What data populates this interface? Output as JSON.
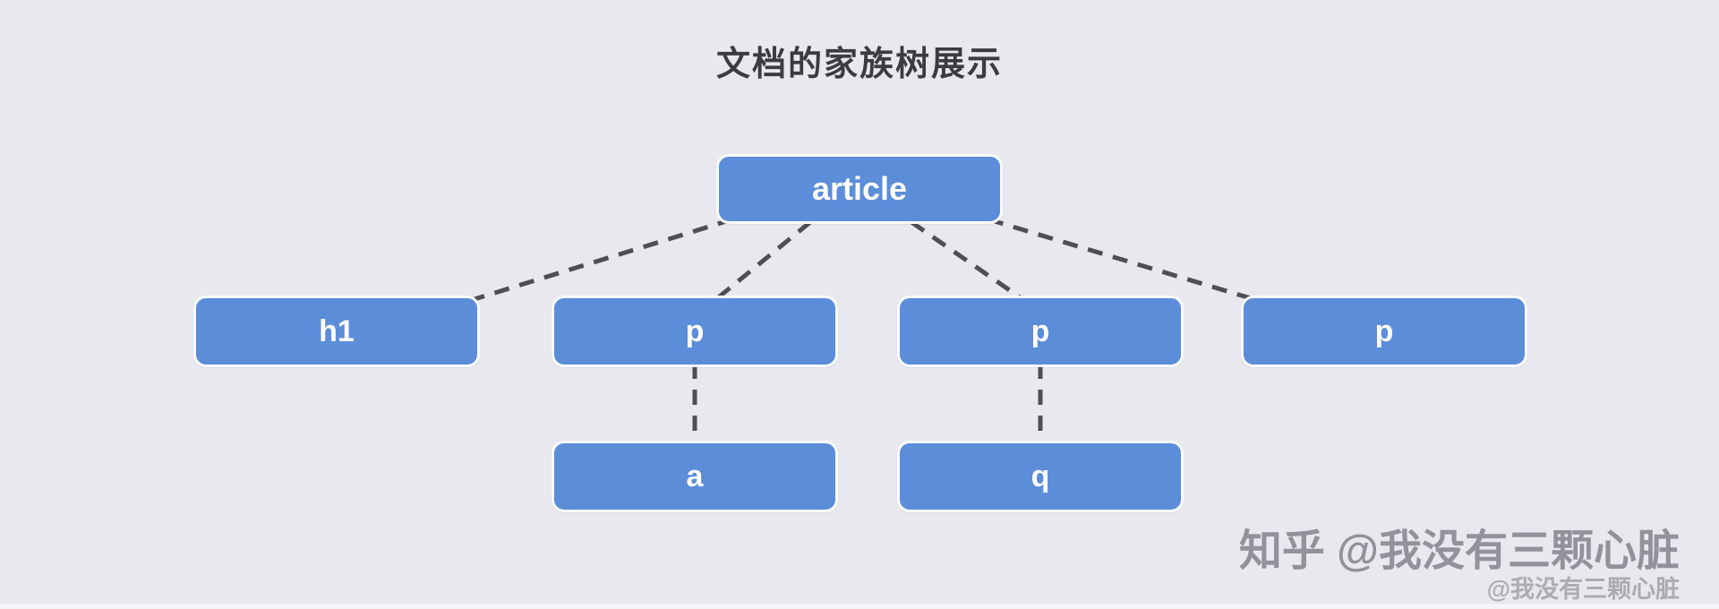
{
  "title": "文档的家族树展示",
  "colors": {
    "background": "#e8e9ee",
    "node_fill": "#5b8dd9",
    "node_border": "#fafbfd",
    "node_text": "#ffffff",
    "edge": "#4f4f53",
    "title_text": "#3b3b40",
    "watermark_primary": "#84848c",
    "watermark_secondary": "#9c9ca4"
  },
  "tree": {
    "root": {
      "label": "article"
    },
    "level2": [
      {
        "label": "h1"
      },
      {
        "label": "p"
      },
      {
        "label": "p"
      },
      {
        "label": "p"
      }
    ],
    "level3": [
      {
        "label": "a"
      },
      {
        "label": "q"
      }
    ],
    "relations": [
      "article > h1",
      "article > p (1)",
      "article > p (2)",
      "article > p (3)",
      "p (1) > a",
      "p (2) > q"
    ]
  },
  "watermark": {
    "primary": "知乎 @我没有三颗心脏",
    "secondary": "@我没有三颗心脏"
  }
}
